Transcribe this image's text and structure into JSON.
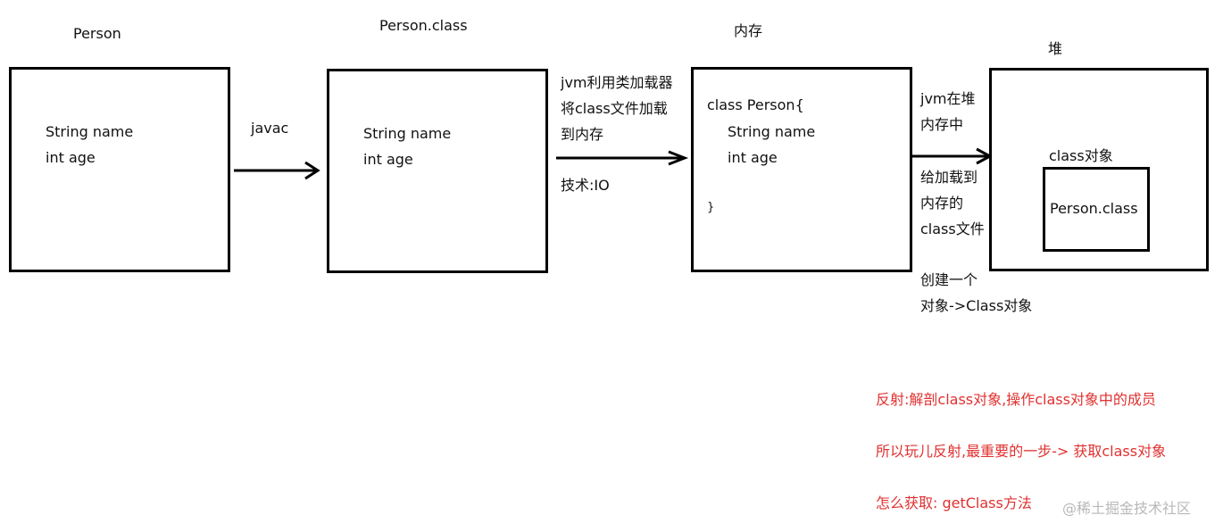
{
  "diagram": {
    "stage1": {
      "title": "Person",
      "fields": [
        "String name",
        "int age"
      ]
    },
    "arrow1": {
      "label": "javac"
    },
    "stage2": {
      "title": "Person.class",
      "fields": [
        "String name",
        "int age"
      ]
    },
    "arrow2": {
      "label_lines": [
        "jvm利用类加载器",
        "将class文件加载",
        "到内存"
      ],
      "below_label": "技术:IO"
    },
    "stage3": {
      "title": "内存",
      "code_lines": [
        "class Person{",
        "String name",
        "int age",
        "}"
      ]
    },
    "arrow3": {
      "above_lines": [
        "jvm在堆",
        "内存中"
      ],
      "below_lines": [
        "给加载到",
        "内存的",
        "class文件"
      ],
      "extra_lines": [
        "创建一个",
        "对象->Class对象"
      ]
    },
    "stage4": {
      "title": "堆",
      "inner_label": "class对象",
      "inner_content": "Person.class"
    }
  },
  "notes": [
    "反射:解剖class对象,操作class对象中的成员",
    "所以玩儿反射,最重要的一步-> 获取class对象",
    "怎么获取:  getClass方法"
  ],
  "watermark": "@稀土掘金技术社区",
  "colors": {
    "stroke": "#000000",
    "note": "#e03030",
    "watermark": "#b8b8b8"
  }
}
